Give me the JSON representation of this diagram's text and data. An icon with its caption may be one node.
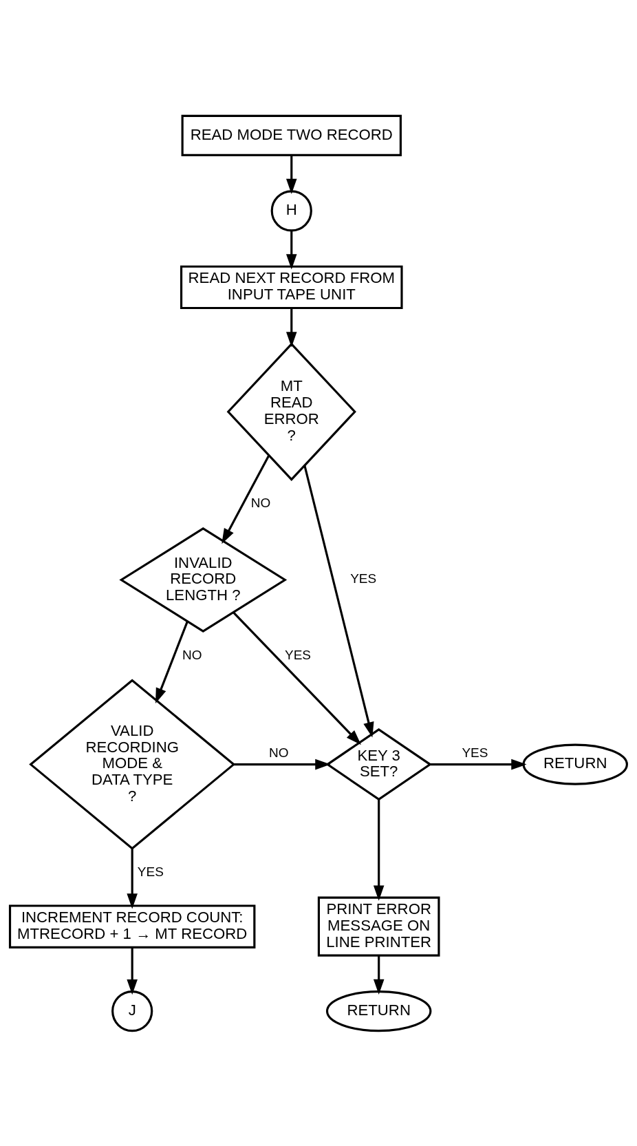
{
  "diagram": {
    "nodes": [
      {
        "text": [
          "READ MODE TWO RECORD"
        ]
      },
      {
        "text": [
          "H"
        ]
      },
      {
        "text": [
          "READ NEXT RECORD FROM INPUT TAPE UNIT"
        ]
      },
      {
        "text": [
          "MT READ ERROR ?"
        ]
      },
      {
        "text": [
          "INVALID RECORD LENGTH ?"
        ]
      },
      {
        "text": [
          "VALID RECORDING MODE & DATA TYPE ?"
        ]
      },
      {
        "text": [
          "KEY 3 SET?"
        ]
      },
      {
        "text": [
          "RETURN"
        ]
      },
      {
        "text": [
          "PRINT ERROR MESSAGE ON LINE PRINTER"
        ]
      },
      {
        "text": [
          "RETURN"
        ]
      },
      {
        "text": [
          "INCREMENT RECORD COUNT: MTRECORD + 1 → MT RECORD"
        ]
      },
      {
        "text": [
          "J"
        ]
      }
    ],
    "edges": [
      {
        "from": 0,
        "to": 1,
        "arrow": "to"
      },
      {
        "from": 1,
        "to": 2,
        "arrow": "to"
      },
      {
        "from": 2,
        "to": 3,
        "arrow": "to"
      },
      {
        "from": 3,
        "to": 6,
        "arrow": "to",
        "label": "YES"
      },
      {
        "from": 3,
        "to": 4,
        "arrow": "to",
        "label": "NO"
      },
      {
        "from": 4,
        "to": 6,
        "arrow": "to",
        "label": "YES"
      },
      {
        "from": 4,
        "to": 5,
        "arrow": "to",
        "label": "NO"
      },
      {
        "from": 5,
        "to": 6,
        "arrow": "to",
        "label": "NO"
      },
      {
        "from": 5,
        "to": 10,
        "arrow": "to",
        "label": "YES"
      },
      {
        "from": 6,
        "to": 7,
        "arrow": "to",
        "label": "YES"
      },
      {
        "from": 6,
        "to": 8,
        "arrow": "to"
      },
      {
        "from": 8,
        "to": 9,
        "arrow": "to"
      },
      {
        "from": 10,
        "to": 11,
        "arrow": "to"
      }
    ]
  }
}
